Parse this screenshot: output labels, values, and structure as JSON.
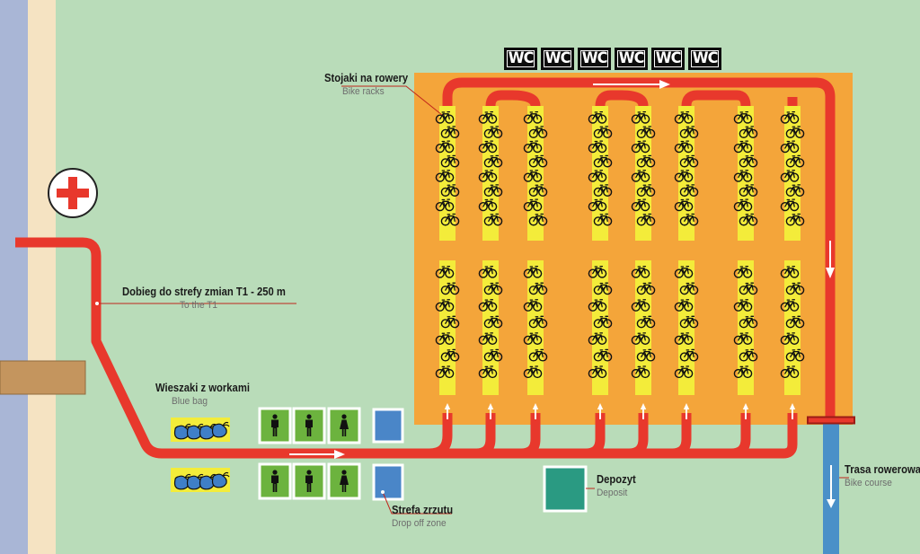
{
  "colors": {
    "grass": "#b9dcb9",
    "water": "#a9b6d6",
    "sand": "#f5e3c2",
    "zone": "#f4a53a",
    "route": "#e8382c",
    "rack": "#f3ec3a",
    "toilet": "#6cb33e",
    "dropoff": "#4a86c8",
    "deposit": "#2a9a82",
    "bike_course": "#4a90c8",
    "bag": "#3f7fc7"
  },
  "wc_labels": [
    "WC",
    "WC",
    "WC",
    "WC",
    "WC",
    "WC"
  ],
  "labels": {
    "bike_racks": {
      "pl": "Stojaki na rowery",
      "en": "Bike racks"
    },
    "run_to_t1": {
      "pl": "Dobieg do strefy zmian T1 - 250 m",
      "en": "To the T1"
    },
    "blue_bag": {
      "pl": "Wieszaki z workami",
      "en": "Blue bag"
    },
    "drop_off": {
      "pl": "Strefa zrzutu",
      "en": "Drop off zone"
    },
    "deposit": {
      "pl": "Depozyt",
      "en": "Deposit"
    },
    "bike_course": {
      "pl": "Trasa rowerowa",
      "en": "Bike course"
    }
  },
  "icons": {
    "first_aid": "red-cross-icon",
    "toilet_man": "man-icon",
    "toilet_woman": "woman-icon",
    "bicycle": "bicycle-icon",
    "bag": "bag-icon",
    "arrow": "arrow-icon"
  },
  "toilet_rows": [
    [
      "man",
      "man",
      "woman"
    ],
    [
      "man",
      "man",
      "woman"
    ]
  ]
}
